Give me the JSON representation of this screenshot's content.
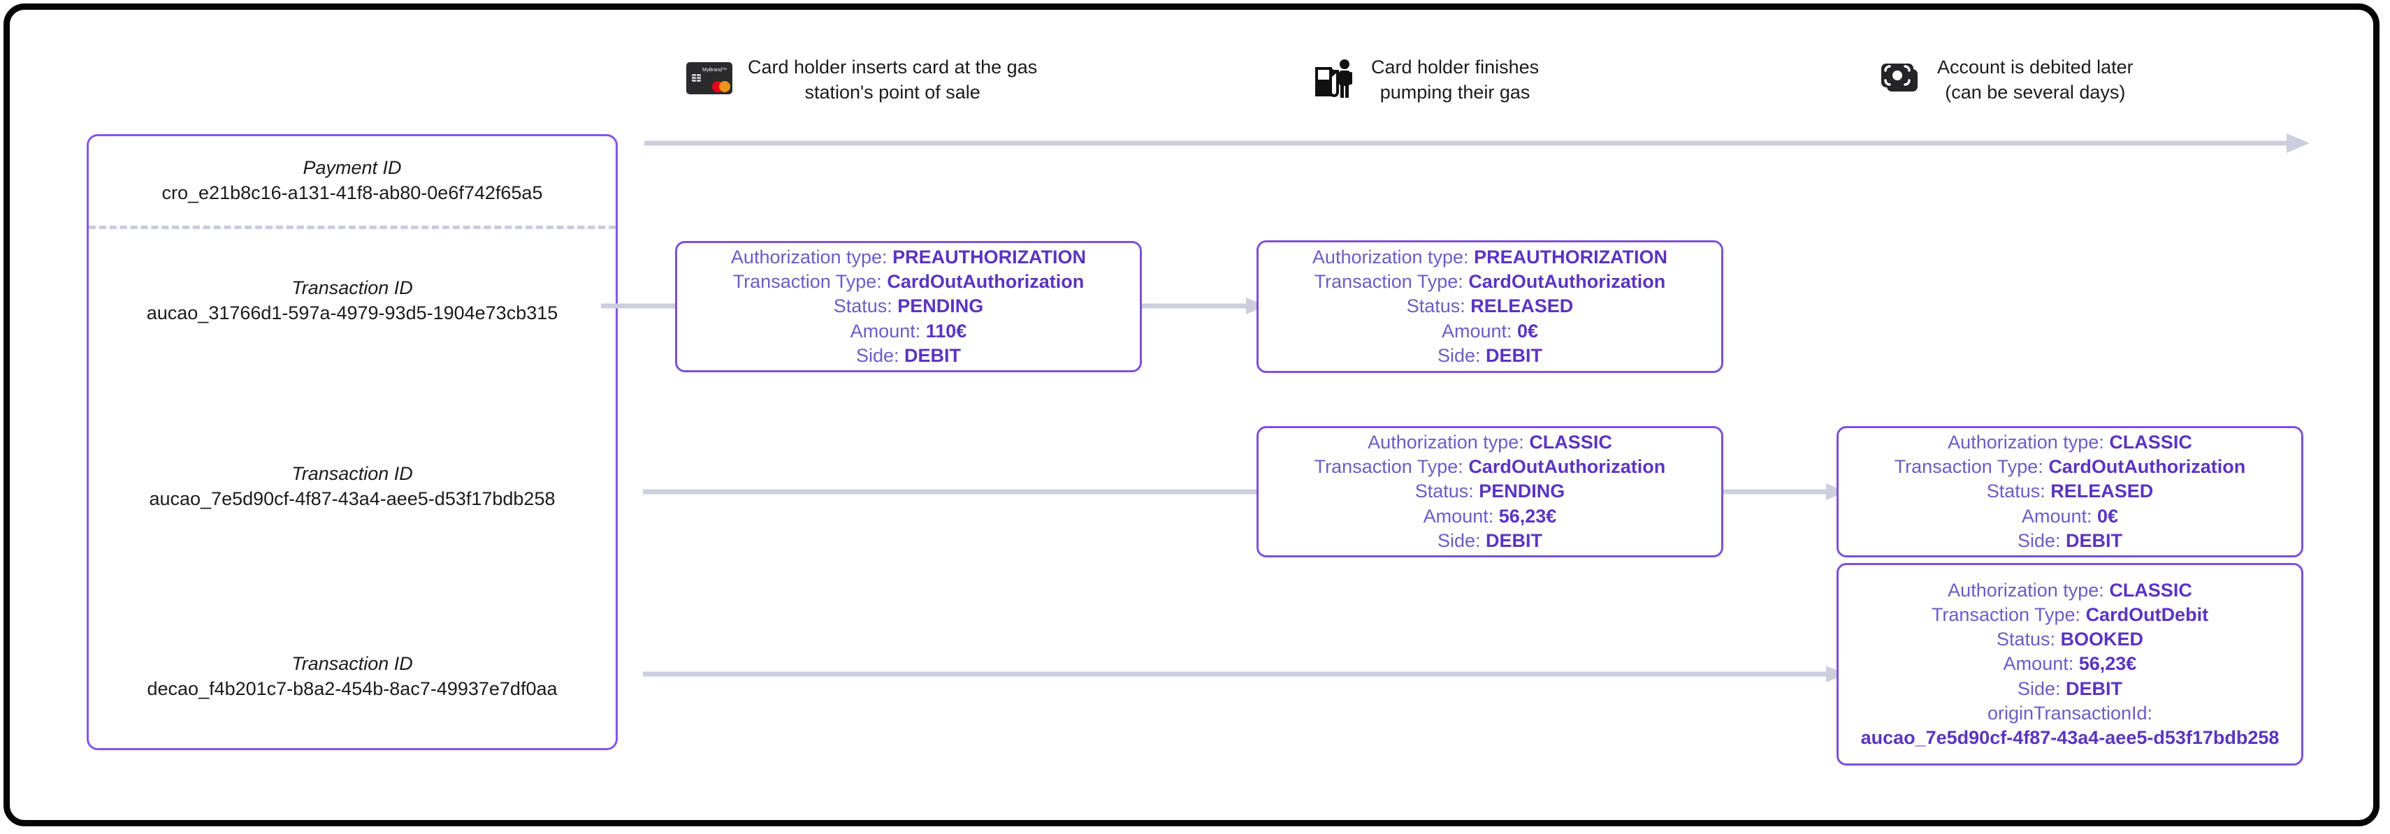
{
  "diagram": {
    "title_hidden": "",
    "colors": {
      "card_border": "#7B52D6",
      "card_label": "#6D5BC6",
      "card_value": "#5B34C0",
      "panel_border": "#8257E5",
      "connector": "#cdcedd",
      "frame": "#050505"
    }
  },
  "sidebar": {
    "payment": {
      "label": "Payment ID",
      "value": "cro_e21b8c16-a131-41f8-ab80-0e6f742f65a5"
    },
    "transactions": [
      {
        "label": "Transaction ID",
        "value": "aucao_31766d1-597a-4979-93d5-1904e73cb315"
      },
      {
        "label": "Transaction ID",
        "value": "aucao_7e5d90cf-4f87-43a4-aee5-d53f17bdb258"
      },
      {
        "label": "Transaction ID",
        "value": "decao_f4b201c7-b8a2-454b-8ac7-49937e7df0aa"
      }
    ]
  },
  "timeline": {
    "steps": [
      {
        "icon": "credit-card-icon",
        "card_brand": "MyBrand™",
        "label": "Card holder inserts card at the gas\nstation's point of sale"
      },
      {
        "icon": "gas-pump-person-icon",
        "label": "Card holder finishes\npumping their gas"
      },
      {
        "icon": "banknotes-icon",
        "label": "Account is debited later\n(can be several days)"
      }
    ]
  },
  "cards": [
    {
      "id": "card-a",
      "lines": [
        {
          "label": "Authorization type: ",
          "value": "PREAUTHORIZATION"
        },
        {
          "label": "Transaction Type: ",
          "value": "CardOutAuthorization"
        },
        {
          "label": "Status: ",
          "value": "PENDING"
        },
        {
          "label": "Amount: ",
          "value": "110€"
        },
        {
          "label": "Side: ",
          "value": "DEBIT"
        }
      ]
    },
    {
      "id": "card-b",
      "lines": [
        {
          "label": "Authorization type: ",
          "value": "PREAUTHORIZATION"
        },
        {
          "label": "Transaction Type: ",
          "value": "CardOutAuthorization"
        },
        {
          "label": "Status: ",
          "value": "RELEASED"
        },
        {
          "label": "Amount: ",
          "value": "0€"
        },
        {
          "label": "Side: ",
          "value": "DEBIT"
        }
      ]
    },
    {
      "id": "card-c",
      "lines": [
        {
          "label": "Authorization type: ",
          "value": "CLASSIC"
        },
        {
          "label": "Transaction Type: ",
          "value": "CardOutAuthorization"
        },
        {
          "label": "Status: ",
          "value": "PENDING"
        },
        {
          "label": "Amount: ",
          "value": "56,23€"
        },
        {
          "label": "Side: ",
          "value": "DEBIT"
        }
      ]
    },
    {
      "id": "card-d",
      "lines": [
        {
          "label": "Authorization type: ",
          "value": "CLASSIC"
        },
        {
          "label": "Transaction Type: ",
          "value": "CardOutAuthorization"
        },
        {
          "label": "Status: ",
          "value": "RELEASED"
        },
        {
          "label": "Amount: ",
          "value": "0€"
        },
        {
          "label": "Side: ",
          "value": "DEBIT"
        }
      ]
    },
    {
      "id": "card-e",
      "lines": [
        {
          "label": "Authorization type: ",
          "value": "CLASSIC"
        },
        {
          "label": "Transaction Type: ",
          "value": "CardOutDebit"
        },
        {
          "label": "Status: ",
          "value": "BOOKED"
        },
        {
          "label": "Amount: ",
          "value": "56,23€"
        },
        {
          "label": "Side: ",
          "value": "DEBIT"
        },
        {
          "label": "originTransactionId:",
          "value": ""
        },
        {
          "label": "",
          "value": "aucao_7e5d90cf-4f87-43a4-aee5-d53f17bdb258"
        }
      ]
    }
  ]
}
